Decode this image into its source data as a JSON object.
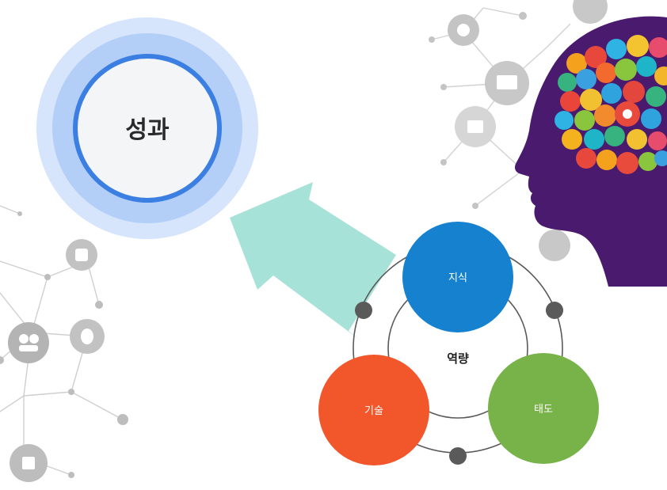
{
  "outcome": {
    "label": "성과"
  },
  "competency": {
    "label": "역량"
  },
  "components": [
    {
      "label": "지식",
      "color": "#1682cf"
    },
    {
      "label": "기술",
      "color": "#f2572b"
    },
    {
      "label": "태도",
      "color": "#78b34a"
    }
  ],
  "colors": {
    "outcome_ring_outer": "#cfe0fb",
    "outcome_ring_mid": "#a9c7f7",
    "outcome_border": "#3c7fe2",
    "outcome_fill": "#f3f5f7",
    "arrow": "#a7e2d9",
    "head": "#4a1a6e",
    "network": "#c8c8c8",
    "connector_dot": "#5a5a5a"
  },
  "icons": [
    "brain-app-icons",
    "network-app-icons"
  ]
}
